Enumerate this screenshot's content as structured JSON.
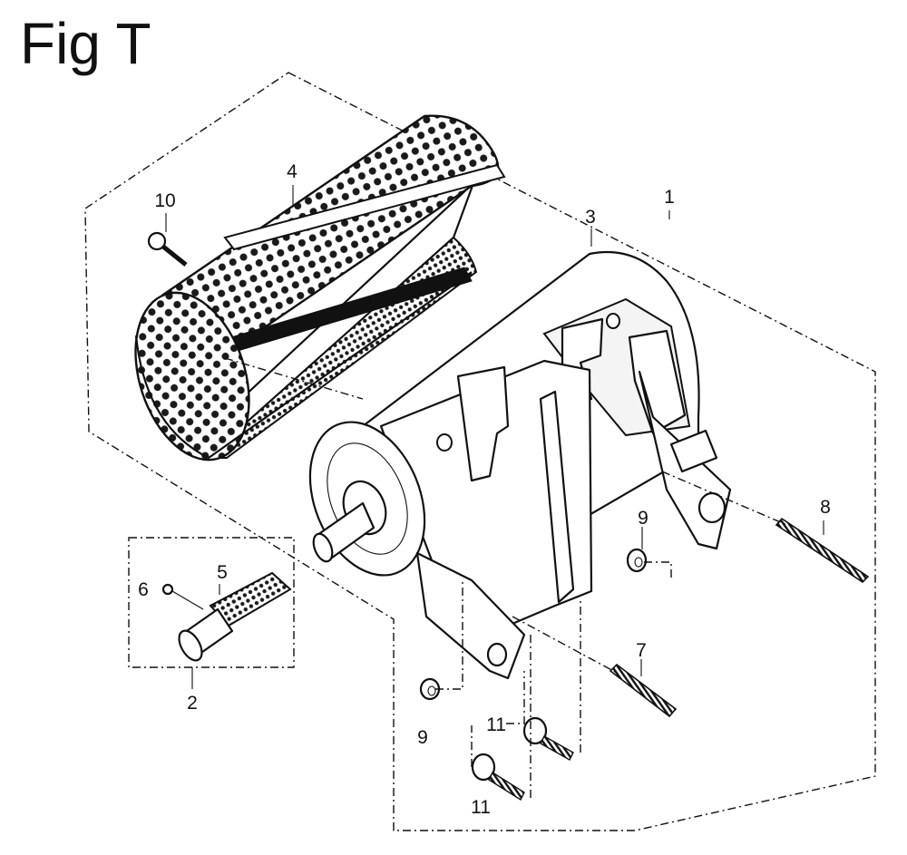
{
  "figure": {
    "title": "Fig T"
  },
  "callouts": [
    "1",
    "2",
    "3",
    "4",
    "5",
    "6",
    "7",
    "8",
    "9",
    "9",
    "10",
    "11",
    "11"
  ]
}
